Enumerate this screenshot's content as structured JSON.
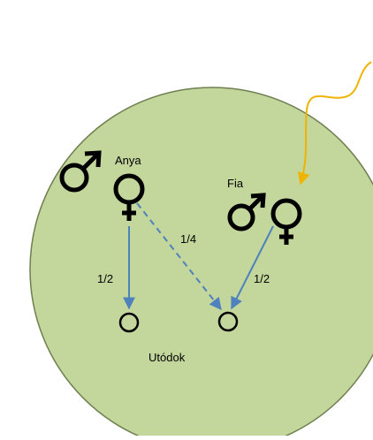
{
  "labels": {
    "mother": "Anya",
    "son": "Fia",
    "offspring": "Utódok",
    "fraction_left": "1/2",
    "fraction_middle": "1/4",
    "fraction_right": "1/2"
  },
  "colors": {
    "background_circle_fill": "#c3d69b",
    "background_circle_stroke": "#6f7f4f",
    "symbol_black": "#000000",
    "arrow_blue": "#4f81bd",
    "incoming_arrow_yellow": "#f0b400"
  },
  "symbols": {
    "male": "male-symbol-icon",
    "female": "female-symbol-icon"
  }
}
